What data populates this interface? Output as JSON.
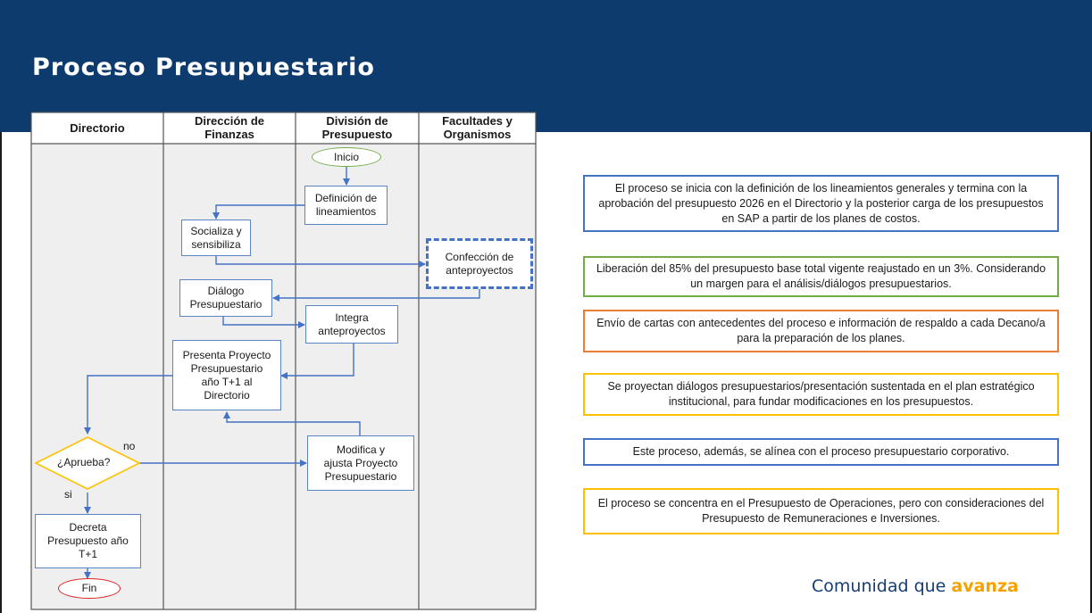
{
  "slide": {
    "title": "Proceso Presupuestario"
  },
  "lanes": [
    {
      "id": "directorio",
      "label": "Directorio"
    },
    {
      "id": "finanzas",
      "label": "Dirección de\nFinanzas"
    },
    {
      "id": "presupuesto",
      "label": "División de\nPresupuesto"
    },
    {
      "id": "facultades",
      "label": "Facultades y\nOrganismos"
    }
  ],
  "nodes": {
    "inicio": "Inicio",
    "definicion": "Definición de\nlineamientos",
    "socializa": "Socializa y\nsensibiliza",
    "confeccion": "Confección de\nanteproyectos",
    "dialogo": "Diálogo\nPresupuestario",
    "integra": "Integra\nanteproyectos",
    "presenta": "Presenta Proyecto\nPresupuestario\naño T+1 al\nDirectorio",
    "aprueba": "¿Aprueba?",
    "modifica": "Modifica y\najusta Proyecto\nPresupuestario",
    "decreta": "Decreta\nPresupuesto año\nT+1",
    "fin": "Fin"
  },
  "edge_labels": {
    "no": "no",
    "si": "si"
  },
  "notes": [
    {
      "text": "El proceso se inicia con la definición de los lineamientos generales y termina con la aprobación del presupuesto 2026 en el Directorio y la posterior carga de los presupuestos en SAP a partir de los planes de costos.",
      "border": "#4472c4"
    },
    {
      "text": "Liberación del 85% del presupuesto base total vigente reajustado en un 3%. Considerando un margen para el análisis/diálogos presupuestarios.",
      "border": "#70ad47"
    },
    {
      "text": "Envío de cartas con antecedentes del proceso e información de respaldo a cada Decano/a para la preparación de los planes.",
      "border": "#ed7d31"
    },
    {
      "text": "Se proyectan diálogos presupuestarios/presentación sustentada en el plan estratégico institucional, para fundar modificaciones en los presupuestos.",
      "border": "#ffc000"
    },
    {
      "text": "Este proceso, además, se alínea con el proceso presupuestario corporativo.",
      "border": "#4472c4"
    },
    {
      "text": "El proceso se concentra en el Presupuesto de Operaciones, pero con consideraciones del Presupuesto de Remuneraciones e Inversiones.",
      "border": "#ffc000"
    }
  ],
  "brand": {
    "text": "Comunidad que ",
    "accent": "avanza"
  },
  "colors": {
    "banner": "#0d3b6e",
    "start_terminal": "#70ad47",
    "end_terminal": "#e02020",
    "decision": "#ffc000",
    "connector": "#4472c4",
    "brand_accent": "#f5a200"
  }
}
